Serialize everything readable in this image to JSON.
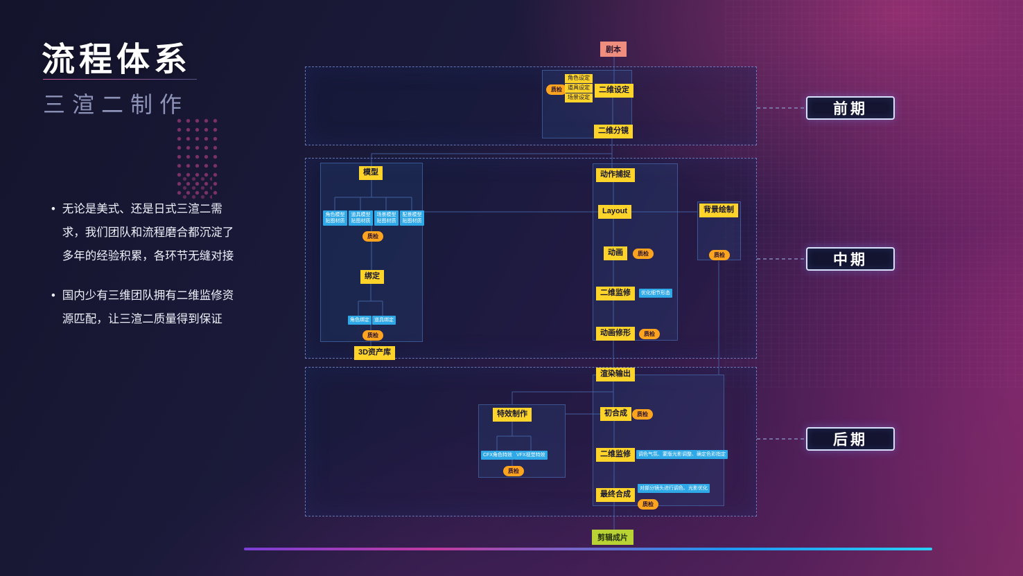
{
  "page": {
    "title": "流程体系",
    "subtitle": "三渲二制作",
    "bullet_marker": "•",
    "bullets": [
      "无论是美式、还是日式三渲二需求，我们团队和流程磨合都沉淀了多年的经验积累，各环节无缝对接",
      "国内少有三维团队拥有二维监修资源匹配，让三渲二质量得到保证"
    ]
  },
  "stages": {
    "early": "前期",
    "mid": "中期",
    "late": "后期"
  },
  "flow": {
    "script": "剧本",
    "final_cut": "剪辑成片",
    "qc": "质检",
    "pre": {
      "design": "二维设定",
      "design_tags": [
        "角色设定",
        "道具设定",
        "场景设定"
      ],
      "storyboard": "二维分镜"
    },
    "mid": {
      "model": "模型",
      "model_tags": [
        "角色模型贴图材质",
        "道具模型贴图材质",
        "场景模型贴图材质",
        "配景模型贴图材质"
      ],
      "rig": "绑定",
      "rig_tags": [
        "角色绑定",
        "道具绑定"
      ],
      "asset_lib": "3D资产库",
      "mocap": "动作捕捉",
      "layout": "Layout",
      "anim": "动画",
      "supervision": "二维监修",
      "supervision_note": "优化细节形态",
      "anim_fix": "动画修形",
      "bg_paint": "背景绘制"
    },
    "late": {
      "render": "渲染输出",
      "vfx": "特效制作",
      "vfx_tags": [
        "CFX角色特效",
        "VFX视觉特效"
      ],
      "comp1": "初合成",
      "supervision": "二维监修",
      "supervision_note": "调色气氛、蒙版光影调整、确定色彩指定",
      "final_comp": "最终合成",
      "final_note": "对部分镜头进行调色、光影优化"
    }
  }
}
